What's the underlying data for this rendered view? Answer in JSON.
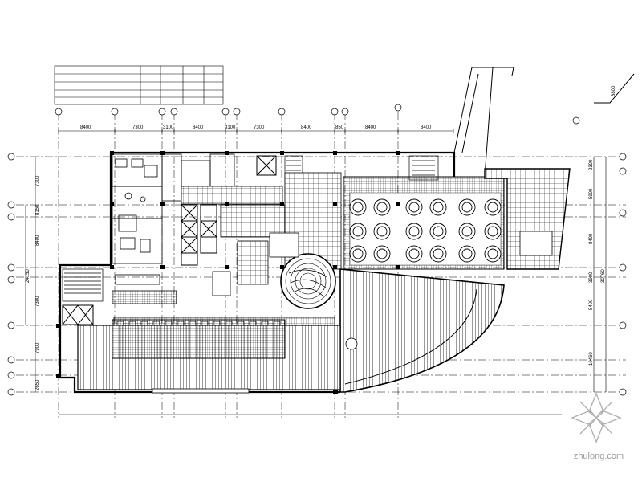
{
  "drawing": {
    "top_dimensions": [
      "8400",
      "7300",
      "3100",
      "8400",
      "3100",
      "7300",
      "8400",
      "850",
      "8400",
      "8400"
    ],
    "right_dimensions": [
      "2300",
      "5900",
      "8400",
      "3900",
      "5400",
      "10460"
    ],
    "right_total": "30760",
    "left_dimensions": [
      "7300",
      "8150",
      "8400",
      "7300",
      "7900",
      "2650"
    ],
    "left_total": "24150",
    "upper_right_dimension": "8800"
  },
  "watermark": {
    "text": "zhulong.com"
  },
  "colors": {
    "line": "#000000",
    "background": "#ffffff",
    "watermark": "#9a9a9a"
  }
}
